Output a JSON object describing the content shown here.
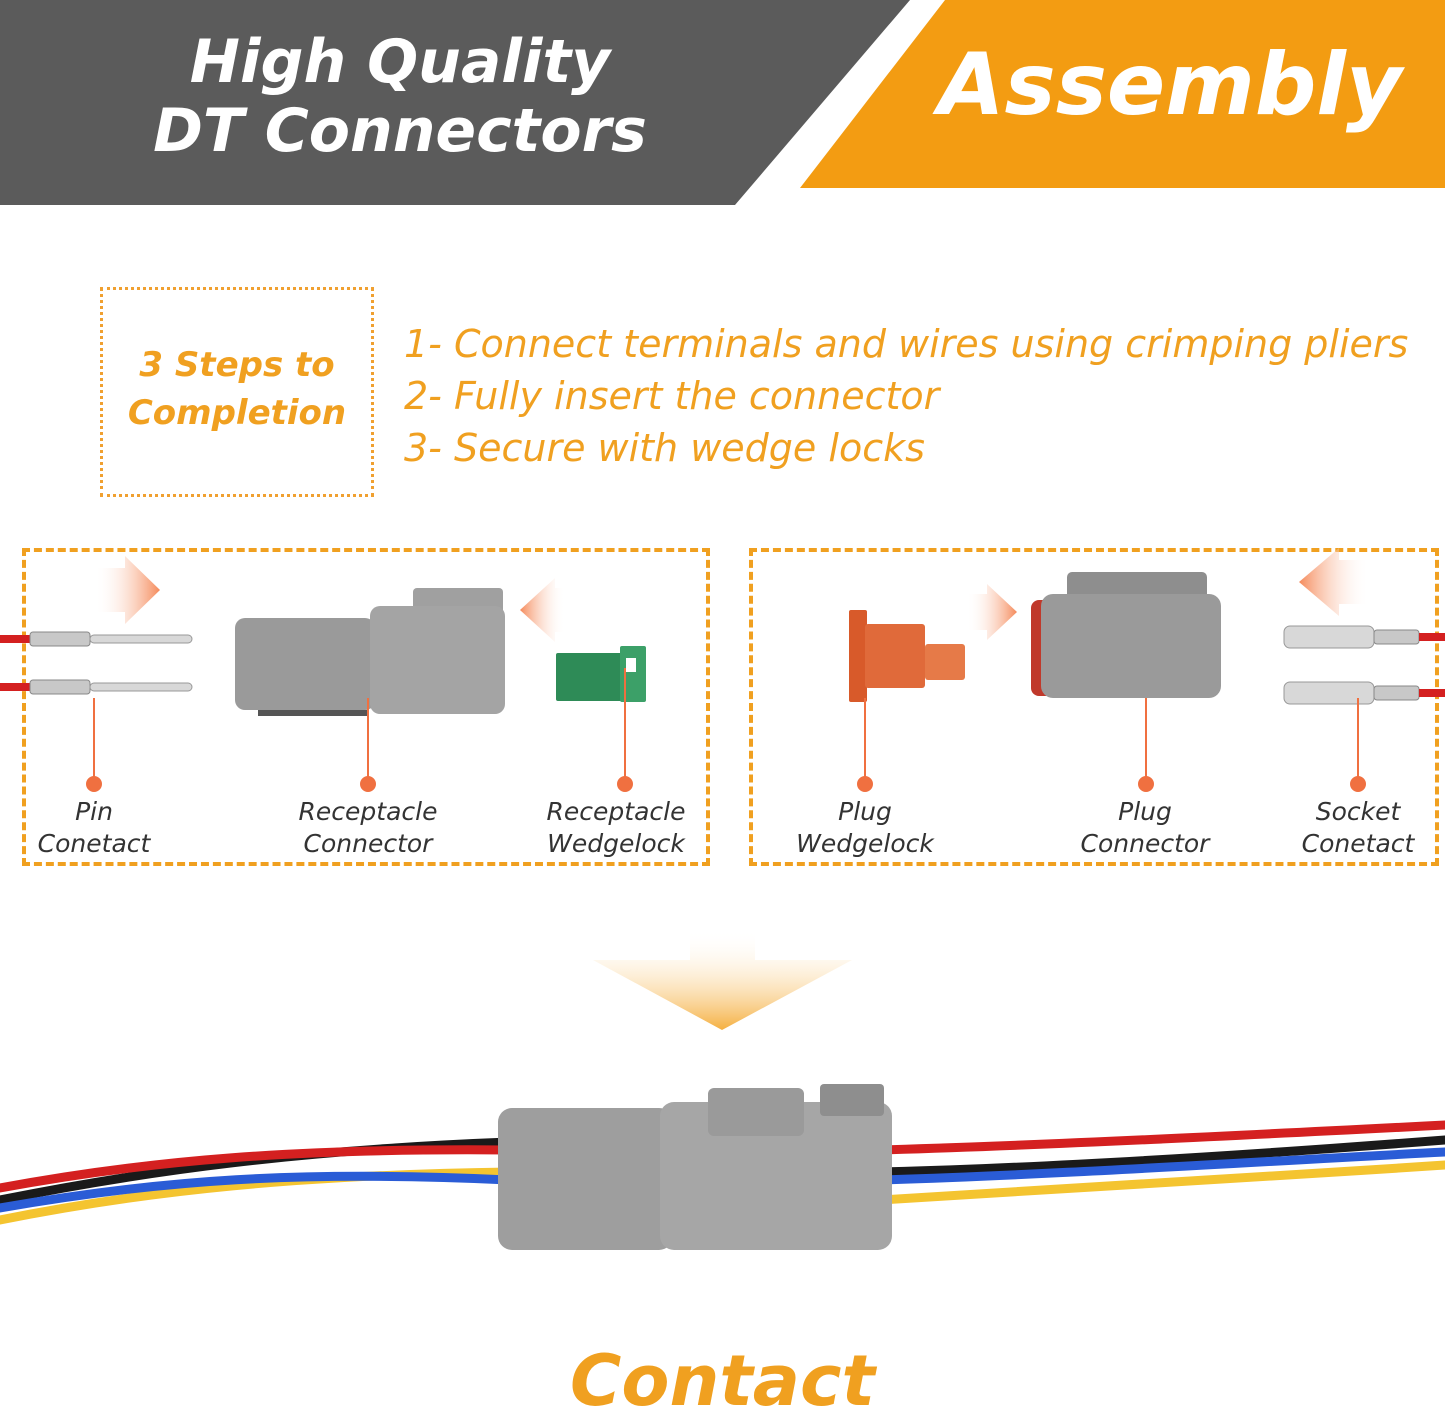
{
  "header": {
    "title_line1": "High Quality",
    "title_line2": "DT Connectors",
    "assembly_label": "Assembly"
  },
  "steps": {
    "box_title_line1": "3 Steps to",
    "box_title_line2": "Completion",
    "items": [
      "1- Connect terminals and wires using crimping pliers",
      "2- Fully insert the connector",
      "3- Secure with wedge locks"
    ]
  },
  "left_panel": {
    "parts": [
      {
        "line1": "Pin",
        "line2": "Conetact"
      },
      {
        "line1": "Receptacle",
        "line2": "Connector"
      },
      {
        "line1": "Receptacle",
        "line2": "Wedgelock"
      }
    ]
  },
  "right_panel": {
    "parts": [
      {
        "line1": "Plug",
        "line2": "Wedgelock"
      },
      {
        "line1": "Plug",
        "line2": "Connector"
      },
      {
        "line1": "Socket",
        "line2": "Conetact"
      }
    ]
  },
  "result": {
    "label": "Contact"
  },
  "colors": {
    "dark_banner": "#5b5b5b",
    "orange_banner": "#f39c12",
    "accent": "#f0a020",
    "connector_gray": "#9a9a9a",
    "wedgelock_green": "#2e8b57",
    "wedgelock_orange": "#e06a3a"
  }
}
